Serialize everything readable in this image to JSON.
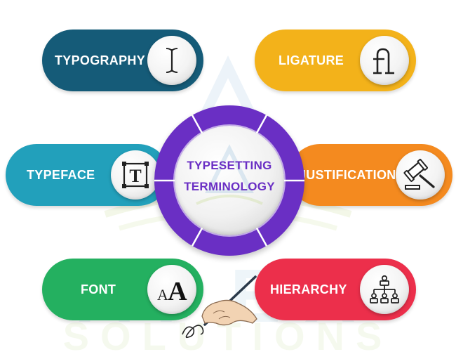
{
  "watermark": {
    "word_1": "APEX",
    "word_2": "SOLUTIONS"
  },
  "center": {
    "line_1": "TYPESETTING",
    "line_2": "TERMINOLOGY",
    "ring_color": "#6a2fc4",
    "text_color": "#6a2fc4"
  },
  "items": [
    {
      "label": "TYPOGRAPHY",
      "color": "#155b78",
      "icon": "text-cursor-icon"
    },
    {
      "label": "LIGATURE",
      "color": "#f3b21a",
      "icon": "ligature-fl-icon"
    },
    {
      "label": "TYPEFACE",
      "color": "#22a0bb",
      "icon": "text-frame-icon"
    },
    {
      "label": "JUSTIFICATION",
      "color": "#f48a1f",
      "icon": "gavel-icon"
    },
    {
      "label": "FONT",
      "color": "#24b060",
      "icon": "font-size-icon"
    },
    {
      "label": "HIERARCHY",
      "color": "#ec2f4b",
      "icon": "org-chart-icon"
    }
  ],
  "icons": {
    "font_glyph_small": "A",
    "font_glyph_large": "A",
    "typeface_glyph": "T"
  }
}
